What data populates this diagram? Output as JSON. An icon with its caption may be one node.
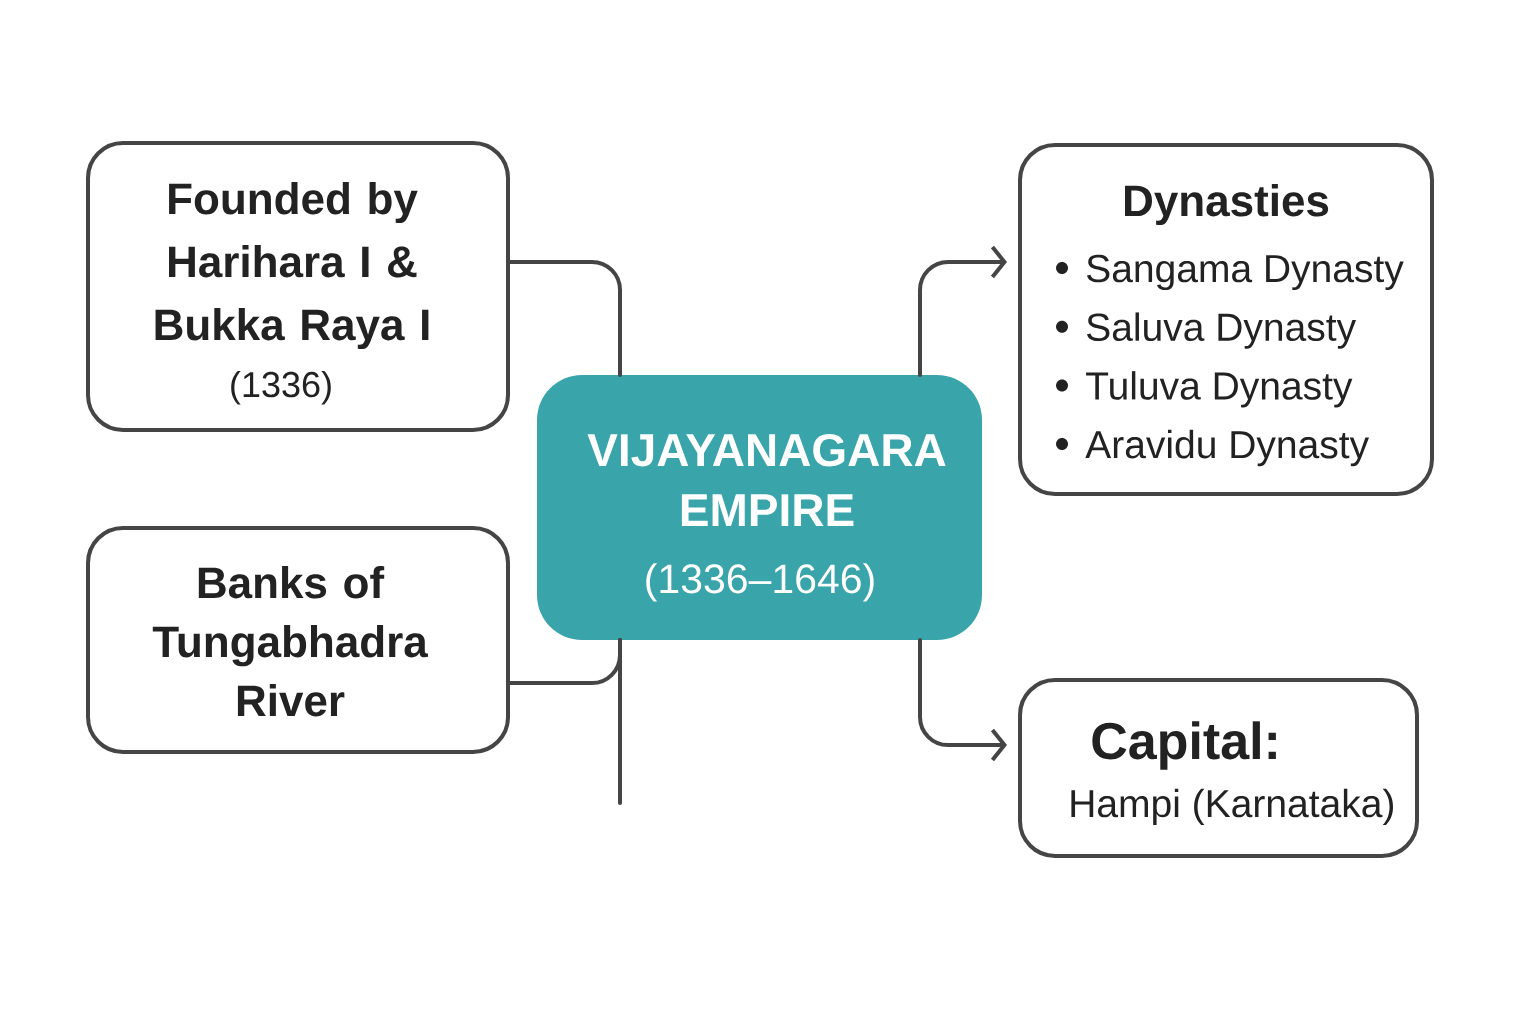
{
  "diagram": {
    "nodes": [
      {
        "text": [
          "Founded by Harihara I & Bukka Raya I",
          "(1336)"
        ]
      },
      {
        "text": [
          "Banks of Tungabhadra River"
        ]
      },
      {
        "text": [
          "VIJAYANAGARA EMPIRE",
          "(1336–1646)"
        ]
      },
      {
        "text": [
          "Dynasties",
          "Sangama Dynasty",
          "Saluva Dynasty",
          "Tuluva Dynasty",
          "Aravidu Dynasty"
        ]
      },
      {
        "text": [
          "Capital:",
          "Hampi (Karnataka)"
        ]
      }
    ],
    "edges": [
      {
        "from": 0,
        "to": 2,
        "arrow": "none"
      },
      {
        "from": 1,
        "to": 2,
        "arrow": "none"
      },
      {
        "from": 2,
        "to": 3,
        "arrow": "to"
      },
      {
        "from": 2,
        "to": 4,
        "arrow": "to"
      },
      {
        "from": 2,
        "to": null,
        "arrow": "none"
      }
    ]
  }
}
